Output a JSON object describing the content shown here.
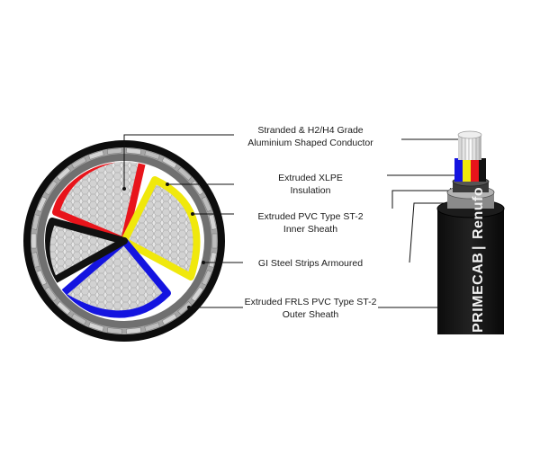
{
  "labels": [
    {
      "line1": "Stranded & H2/H4 Grade",
      "line2": "Aluminium Shaped Conductor"
    },
    {
      "line1": "Extruded XLPE",
      "line2": "Insulation"
    },
    {
      "line1": "Extruded PVC Type ST-2",
      "line2": "Inner Sheath"
    },
    {
      "line1": "GI Steel Strips Armoured",
      "line2": ""
    },
    {
      "line1": "Extruded FRLS PVC Type ST-2",
      "line2": "Outer Sheath"
    }
  ],
  "cable_print": {
    "brand": "PRIMECAB",
    "separator": "|",
    "sub_brand": "Renufo"
  },
  "colors": {
    "outer_sheath": "#111111",
    "armour": "#9a9a9a",
    "inner_sheath": "#6e6e6e",
    "conductor": "#d9d9d9",
    "core_insulation": [
      "#e8141b",
      "#f0e80c",
      "#1414e0",
      "#111111"
    ]
  }
}
